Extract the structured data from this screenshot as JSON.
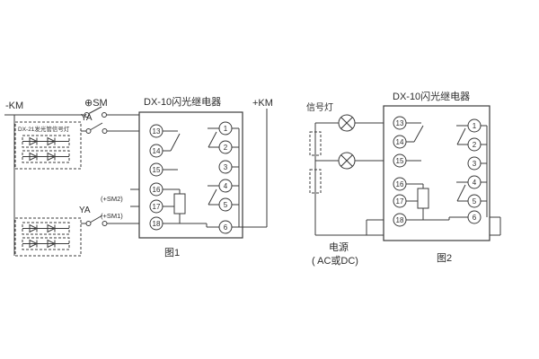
{
  "figure1": {
    "title": "DX-10闪光继电器",
    "caption": "图1",
    "bus_labels": {
      "km_minus": "-KM",
      "sm": "⊕SM",
      "km_plus": "+KM"
    },
    "contact_labels": {
      "ya_upper": "YA",
      "ya_lower": "YA"
    },
    "led_lamp_box_label": "DX-21发光管信号灯",
    "terminal_annotations": {
      "sm2": "(+SM2)",
      "sm1": "(+SM1)"
    },
    "terminals_left": [
      "13",
      "14",
      "15",
      "16",
      "17",
      "18"
    ],
    "terminals_right": [
      "1",
      "2",
      "3",
      "4",
      "5",
      "6"
    ]
  },
  "figure2": {
    "title": "DX-10闪光继电器",
    "caption": "图2",
    "signal_lamp_label": "信号灯",
    "power_label": "电源",
    "power_type_label": "( AC或DC)",
    "terminals_left": [
      "13",
      "14",
      "15",
      "16",
      "17",
      "18"
    ],
    "terminals_right": [
      "1",
      "2",
      "3",
      "4",
      "5",
      "6"
    ]
  }
}
